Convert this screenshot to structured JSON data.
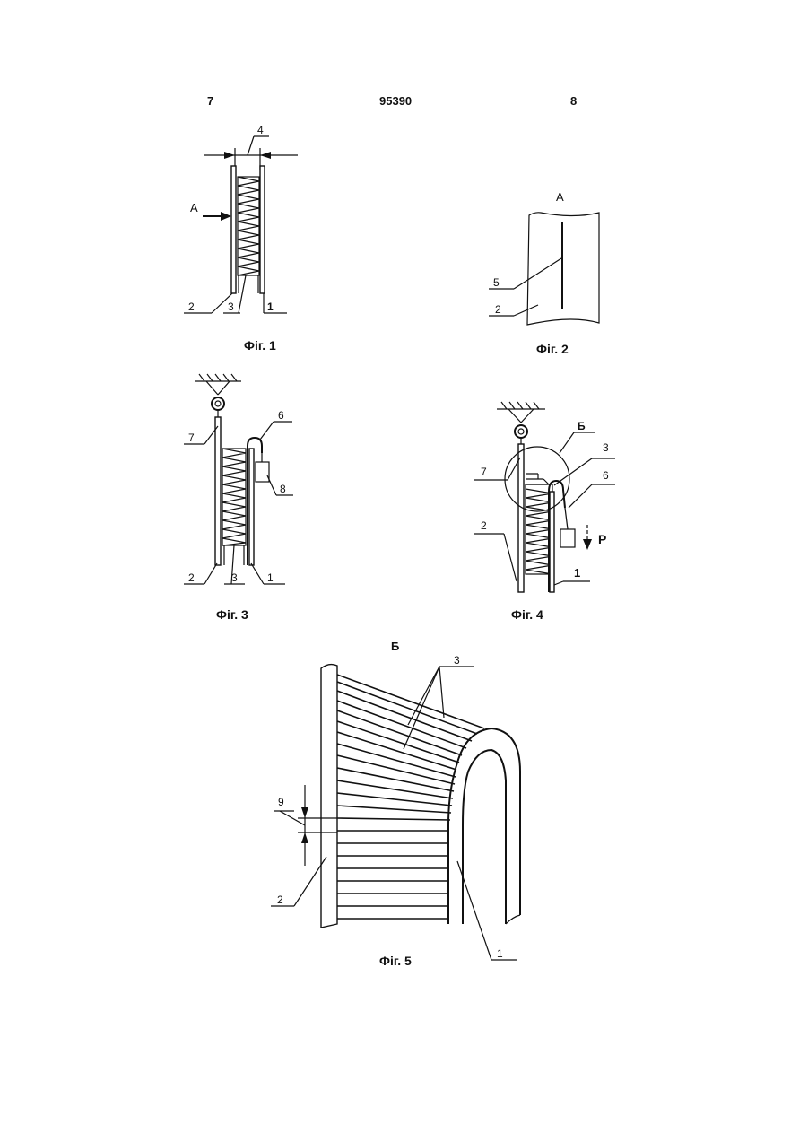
{
  "header": {
    "left_page": "7",
    "doc_number": "95390",
    "right_page": "8"
  },
  "figures": [
    {
      "caption": "Фіг. 1",
      "labels": {
        "dim": "4",
        "view": "А",
        "left_plate": "2",
        "packing": "3",
        "right_plate": "1"
      }
    },
    {
      "caption": "Фіг. 2",
      "labels": {
        "view": "А",
        "slot": "5",
        "plate": "2"
      }
    },
    {
      "caption": "Фіг. 3",
      "labels": {
        "hook": "6",
        "suspension": "7",
        "weight": "8",
        "left_plate": "2",
        "packing": "3",
        "right_plate": "1"
      }
    },
    {
      "caption": "Фіг. 4",
      "labels": {
        "detail": "Б",
        "packing": "3",
        "hook": "6",
        "suspension": "7",
        "left_plate": "2",
        "force": "P",
        "right_plate": "1"
      }
    },
    {
      "caption": "Фіг. 5",
      "labels": {
        "detail": "Б",
        "packing": "3",
        "gap": "9",
        "left_plate": "2",
        "right_plate": "1"
      }
    }
  ]
}
